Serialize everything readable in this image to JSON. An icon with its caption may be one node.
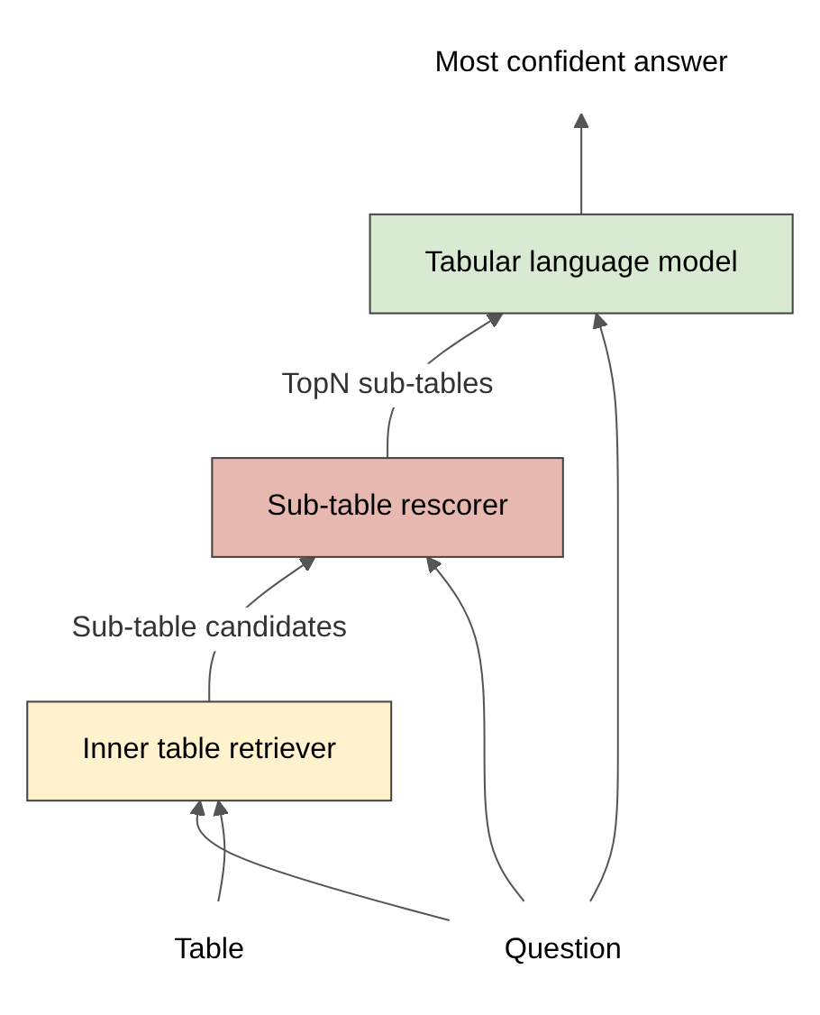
{
  "diagram": {
    "nodes": [
      {
        "text": [
          "Most confident answer"
        ]
      },
      {
        "text": [
          "Tabular language model"
        ]
      },
      {
        "text": [
          "Sub-table rescorer"
        ]
      },
      {
        "text": [
          "Inner table retriever"
        ]
      },
      {
        "text": [
          "Question"
        ]
      },
      {
        "text": [
          "Table"
        ]
      }
    ],
    "edges": [
      {
        "from": 1,
        "to": 0,
        "arrow": "to"
      },
      {
        "from": 2,
        "to": 1,
        "arrow": "to",
        "label": "TopN sub-tables"
      },
      {
        "from": 3,
        "to": 2,
        "arrow": "to",
        "label": "Sub-table candidates"
      },
      {
        "from": 4,
        "to": 1,
        "arrow": "to"
      },
      {
        "from": 4,
        "to": 2,
        "arrow": "to"
      },
      {
        "from": 4,
        "to": 3,
        "arrow": "to"
      },
      {
        "from": 5,
        "to": 3,
        "arrow": "to"
      }
    ]
  }
}
